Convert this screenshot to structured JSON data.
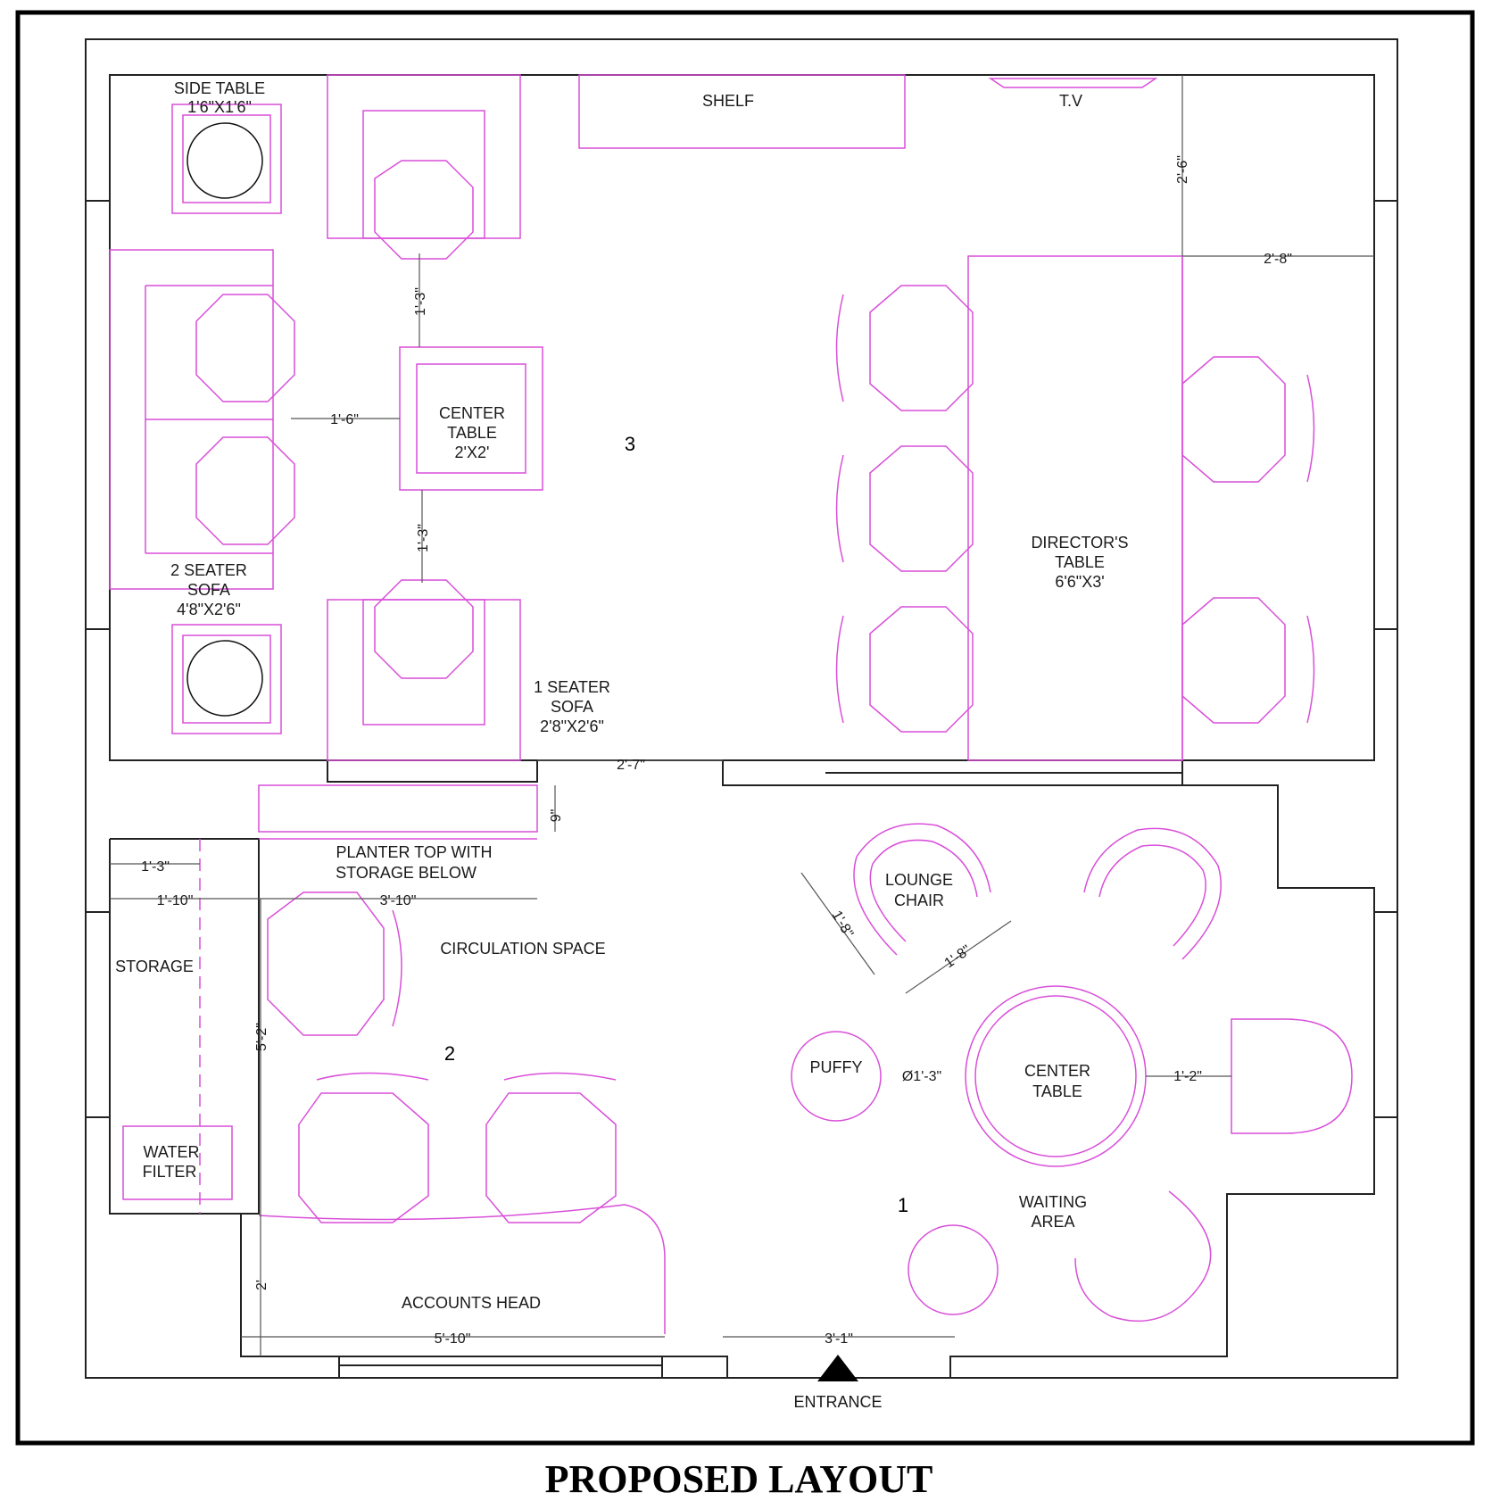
{
  "title": "PROPOSED LAYOUT",
  "room_numbers": [
    "1",
    "2",
    "3"
  ],
  "labels": {
    "side_table": [
      "SIDE TABLE",
      "1'6\"X1'6\""
    ],
    "shelf": "SHELF",
    "tv": "T.V",
    "center_table_top": [
      "CENTER",
      "TABLE",
      "2'X2'"
    ],
    "two_seater": [
      "2 SEATER",
      "SOFA",
      "4'8\"X2'6\""
    ],
    "one_seater": [
      "1 SEATER",
      "SOFA",
      "2'8\"X2'6\""
    ],
    "directors_table": [
      "DIRECTOR'S",
      "TABLE",
      "6'6\"X3'"
    ],
    "planter": [
      "PLANTER TOP WITH",
      "STORAGE BELOW"
    ],
    "circulation": "CIRCULATION SPACE",
    "storage": "STORAGE",
    "water_filter": [
      "WATER",
      "FILTER"
    ],
    "accounts_head": "ACCOUNTS HEAD",
    "lounge_chair": [
      "LOUNGE",
      "CHAIR"
    ],
    "puffy": "PUFFY",
    "center_table_round": [
      "CENTER",
      "TABLE"
    ],
    "waiting_area": [
      "WAITING",
      "AREA"
    ],
    "entrance": "ENTRANCE"
  },
  "dimensions": {
    "tv_gap": "2'-6\"",
    "right_gap": "2'-8\"",
    "sofa_gap_top": "1'-3\"",
    "sofa_gap_left": "1'-6\"",
    "sofa_gap_bottom": "1'-3\"",
    "door_gap": "2'-7\"",
    "planter_depth": "9\"",
    "storage_w1": "1'-3\"",
    "storage_w2": "1'-10\"",
    "planter_w": "3'-10\"",
    "lounge_w1": "1'-8\"",
    "lounge_w2": "1'-8\"",
    "puffy_dia": "Ø1'-3\"",
    "table_gap": "1'-2\"",
    "desk_depth_left": "5'-2\"",
    "desk_h": "2'",
    "desk_w": "5'-10\"",
    "entrance_w": "3'-1\""
  },
  "colors": {
    "furniture": "#d94fd9",
    "walls": "#222222",
    "plants": "#2fa52f"
  }
}
